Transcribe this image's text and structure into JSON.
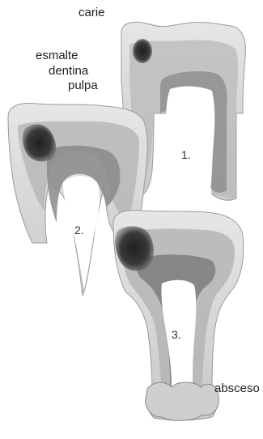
{
  "labels": {
    "carie": "carie",
    "esmalte": "esmalte",
    "dentina": "dentina",
    "pulpa": "pulpa",
    "absceso": "absceso"
  },
  "stages": [
    "1.",
    "2.",
    "3."
  ],
  "colors": {
    "background": "#ffffff",
    "enamel": "#d9d9d9",
    "dentin": "#b8b8b8",
    "pulp": "#8c8c8c",
    "caries": "#2e2e2e",
    "root_canal": "#ffffff"
  }
}
